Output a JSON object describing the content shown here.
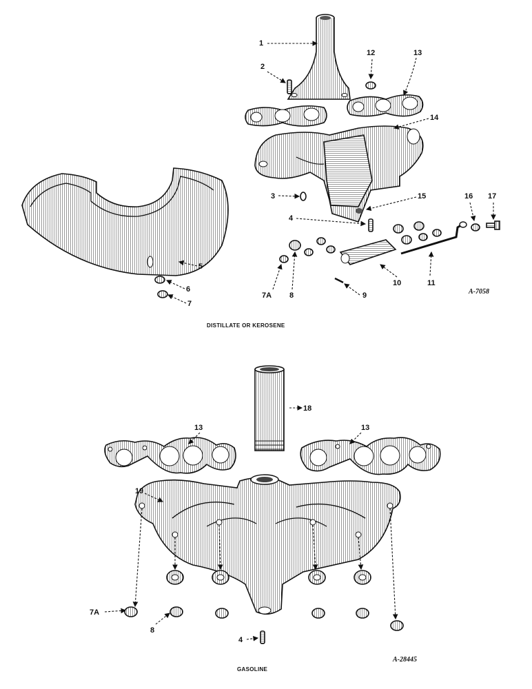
{
  "top": {
    "caption": "DISTILLATE OR KEROSENE",
    "drawing_no": "A-7058",
    "callouts": [
      "1",
      "2",
      "12",
      "13",
      "14",
      "3",
      "15",
      "16",
      "17",
      "4",
      "5",
      "6",
      "7",
      "7A",
      "8",
      "9",
      "10",
      "11"
    ]
  },
  "bottom": {
    "caption": "GASOLINE",
    "drawing_no": "A-28445",
    "callouts": [
      "18",
      "13",
      "13",
      "19",
      "7A",
      "8",
      "4"
    ]
  }
}
